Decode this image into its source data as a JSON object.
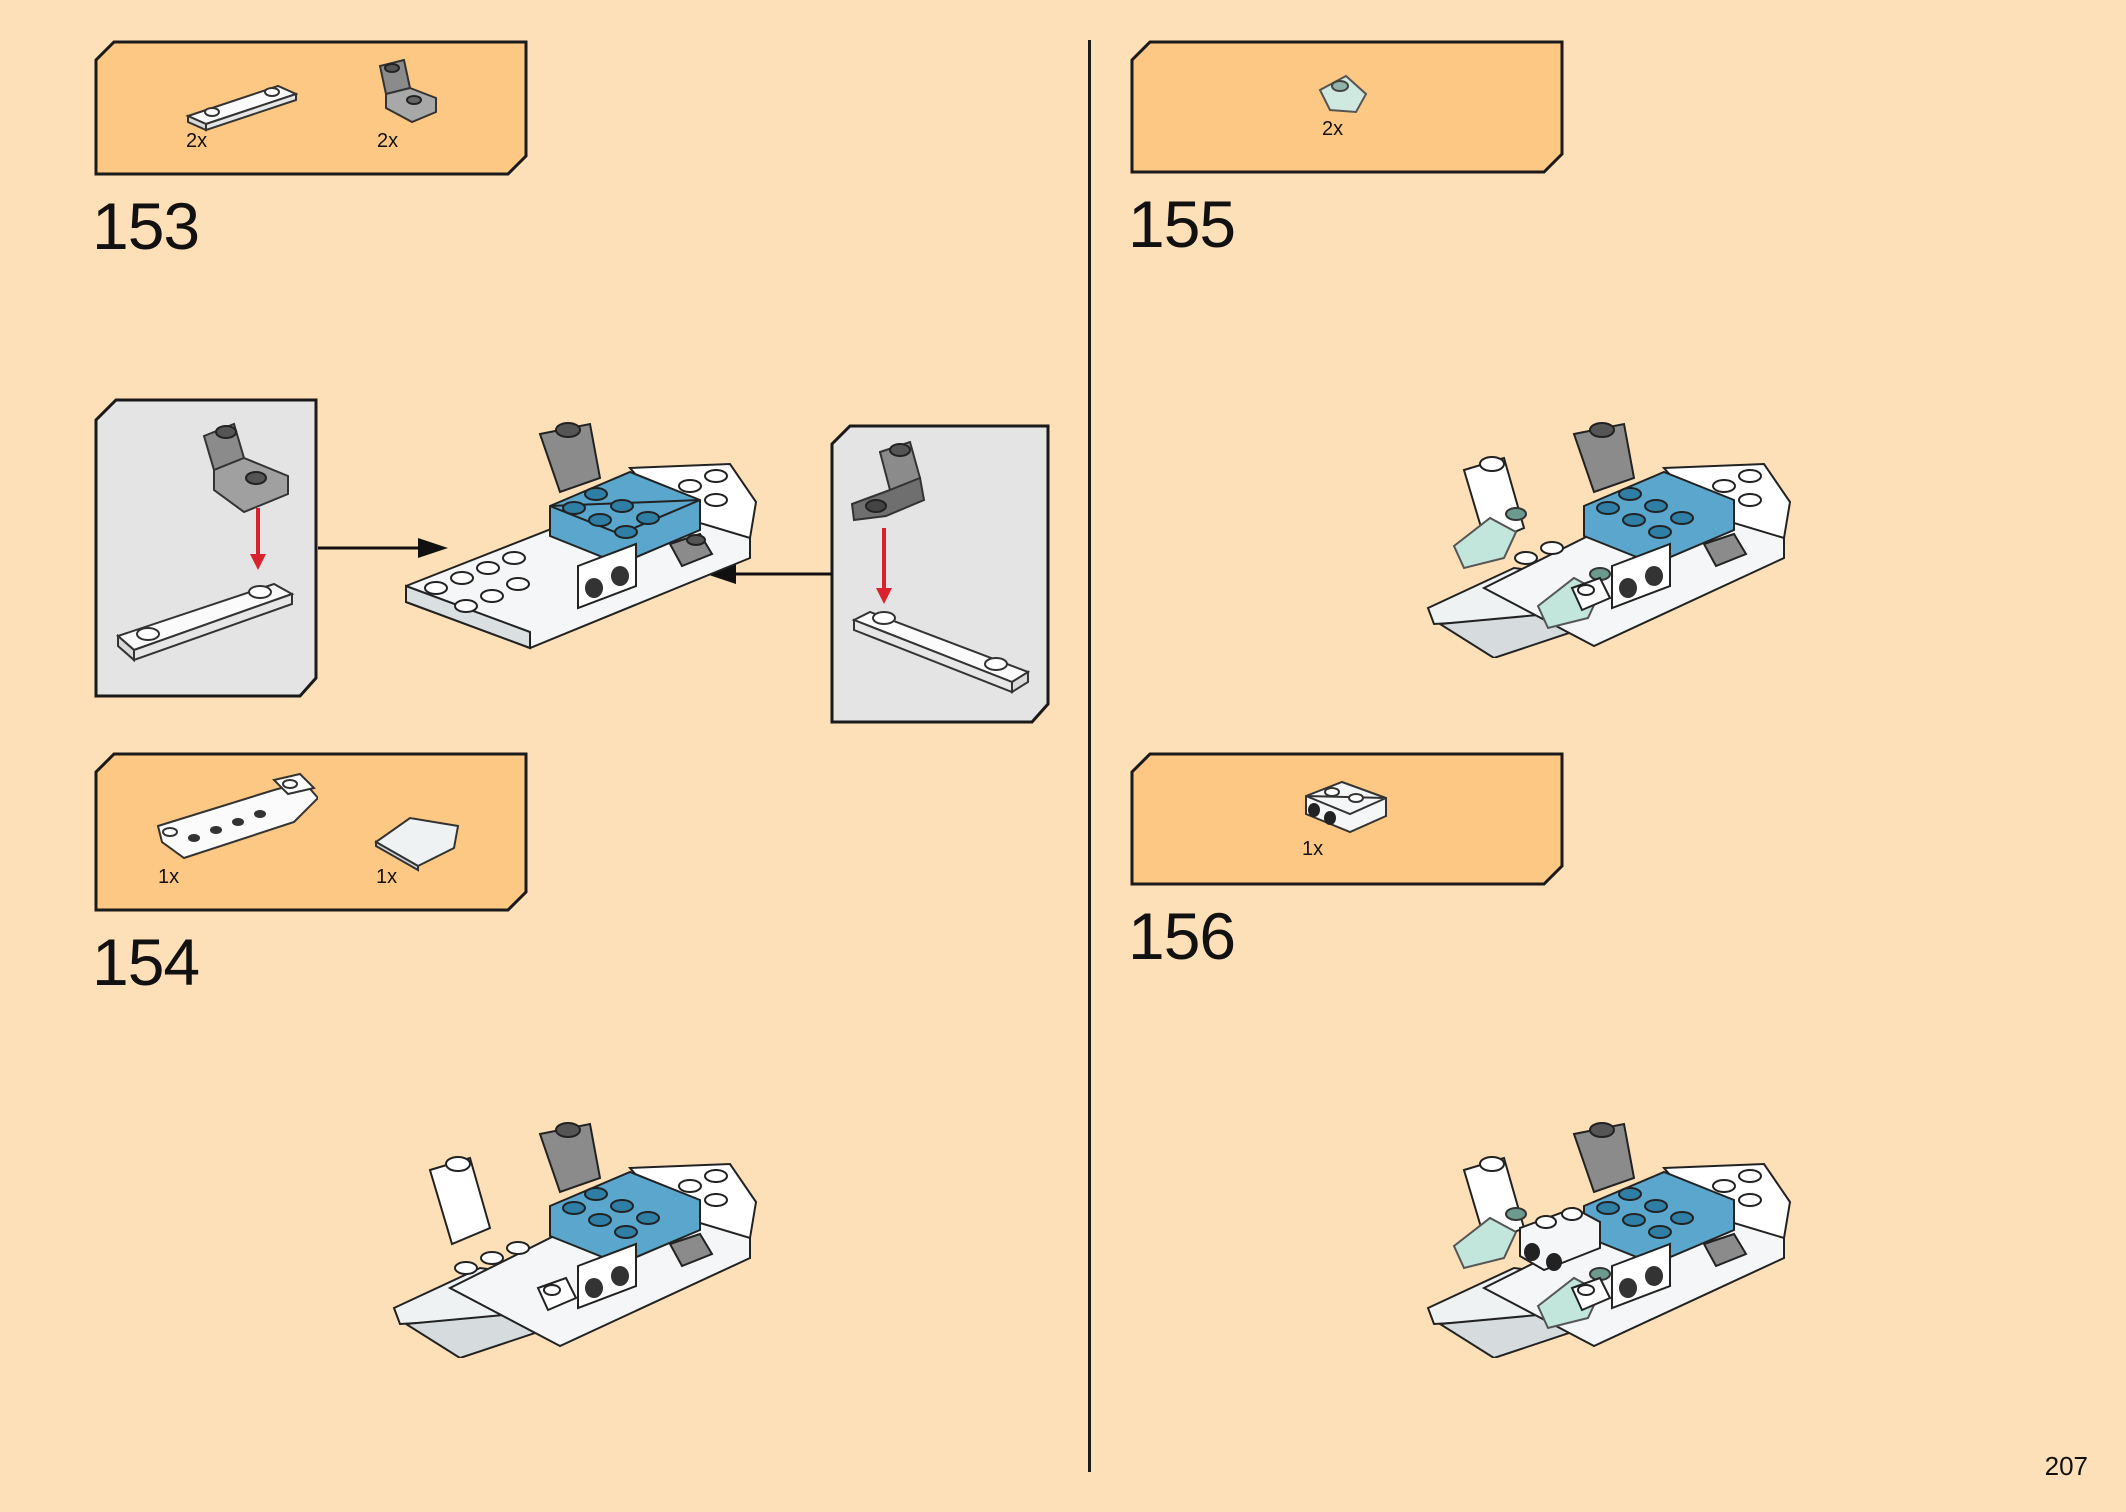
{
  "page": {
    "number": "207",
    "background": "#fee0b8",
    "box_fill": "#fdc883",
    "callout_fill": "#e4e4e4",
    "brick_blue": "#5aa6cc",
    "brick_grey": "#8b8b8b",
    "arrow_red": "#d8232f"
  },
  "steps": [
    {
      "number": "153",
      "parts": [
        {
          "icon": "white-plate-1x4",
          "qty": "2x"
        },
        {
          "icon": "grey-bracket",
          "qty": "2x"
        }
      ]
    },
    {
      "number": "154",
      "parts": [
        {
          "icon": "white-inverted-slope-bracket",
          "qty": "1x"
        },
        {
          "icon": "white-wedge-plate",
          "qty": "1x"
        }
      ]
    },
    {
      "number": "155",
      "parts": [
        {
          "icon": "trans-light-blue-tooth",
          "qty": "2x"
        }
      ]
    },
    {
      "number": "156",
      "parts": [
        {
          "icon": "white-brick-with-studs-on-side",
          "qty": "1x"
        }
      ]
    }
  ]
}
